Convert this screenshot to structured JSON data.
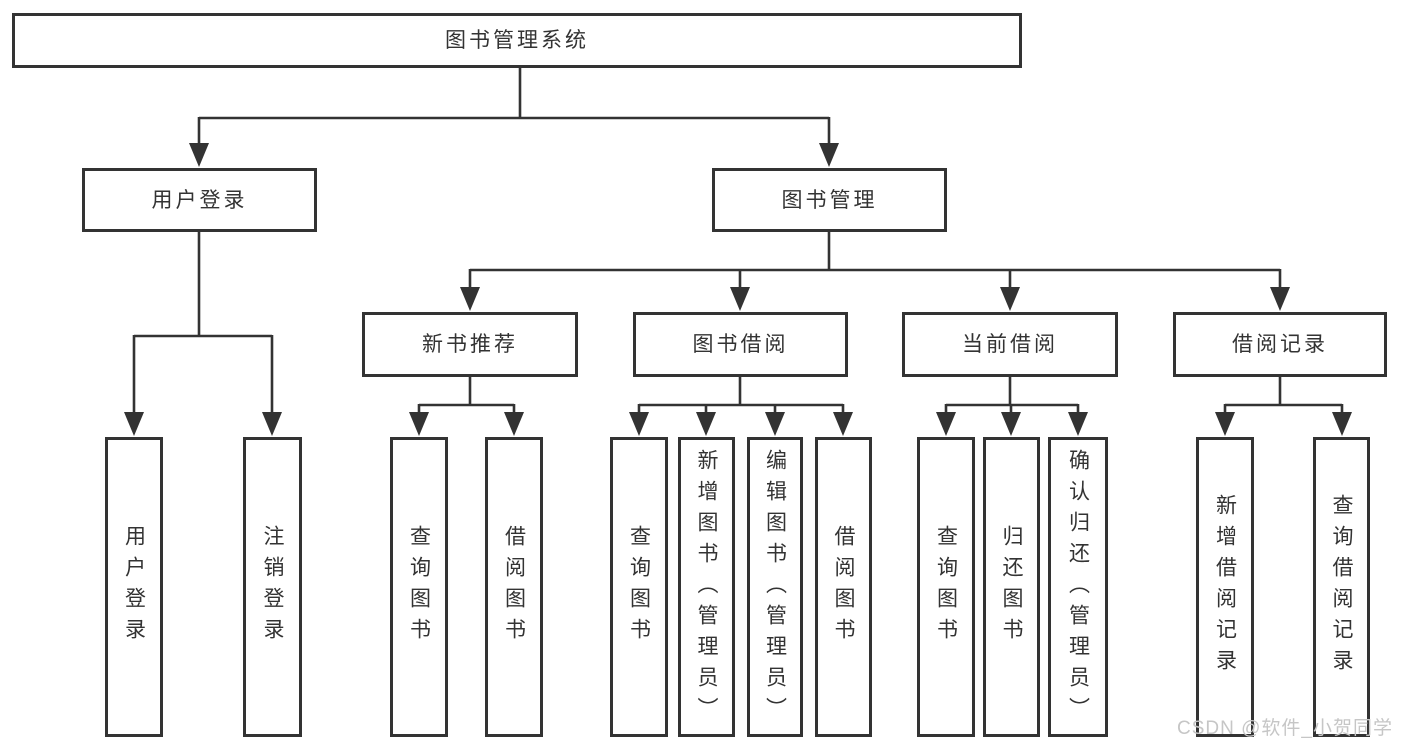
{
  "diagram": {
    "root": {
      "label": "图书管理系统"
    },
    "branches": {
      "login": {
        "label": "用户登录",
        "children": [
          {
            "label": "用户登录"
          },
          {
            "label": "注销登录"
          }
        ]
      },
      "management": {
        "label": "图书管理",
        "children": {
          "recommend": {
            "label": "新书推荐",
            "children": [
              {
                "label": "查询图书"
              },
              {
                "label": "借阅图书"
              }
            ]
          },
          "borrow": {
            "label": "图书借阅",
            "children": [
              {
                "label": "查询图书"
              },
              {
                "label": "新增图书（管理员）"
              },
              {
                "label": "编辑图书（管理员）"
              },
              {
                "label": "借阅图书"
              }
            ]
          },
          "current": {
            "label": "当前借阅",
            "children": [
              {
                "label": "查询图书"
              },
              {
                "label": "归还图书"
              },
              {
                "label": "确认归还（管理员）"
              }
            ]
          },
          "records": {
            "label": "借阅记录",
            "children": [
              {
                "label": "新增借阅记录"
              },
              {
                "label": "查询借阅记录"
              }
            ]
          }
        }
      }
    }
  },
  "watermark": {
    "text": "CSDN @软件_小贺同学"
  }
}
